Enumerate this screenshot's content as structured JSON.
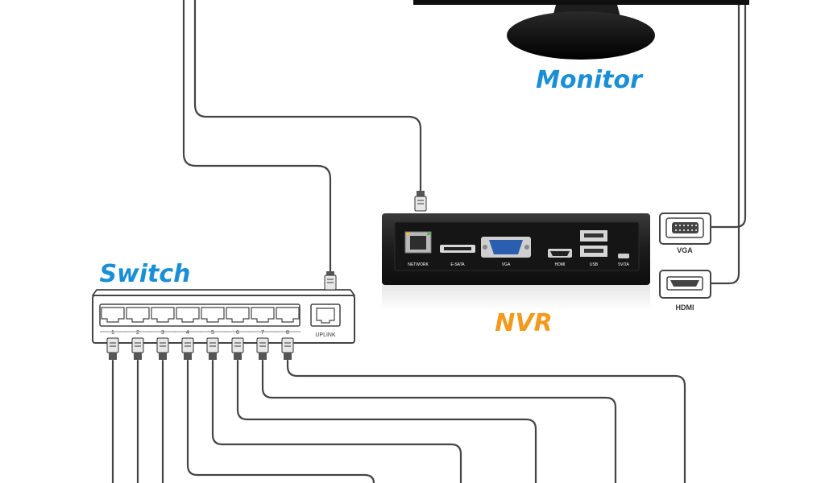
{
  "labels": {
    "monitor": "Monitor",
    "switch": "Switch",
    "nvr": "NVR",
    "uplink": "UPLINK",
    "vga_connector": "VGA",
    "hdmi_connector": "HDMI"
  },
  "nvr_ports": {
    "network": "NETWORK",
    "esata": "E-SATA",
    "vga": "VGA",
    "hdmi": "HDMI",
    "usb": "USB",
    "dc": "5V/2A"
  },
  "switch_port_numbers": [
    "1",
    "2",
    "3",
    "4",
    "5",
    "6",
    "7",
    "8"
  ],
  "colors": {
    "title_blue": "#1a8fd6",
    "nvr_orange": "#f39a1e",
    "device_black": "#1b1b1b",
    "cable": "#444444",
    "vga_blue": "#2a5fb0"
  }
}
